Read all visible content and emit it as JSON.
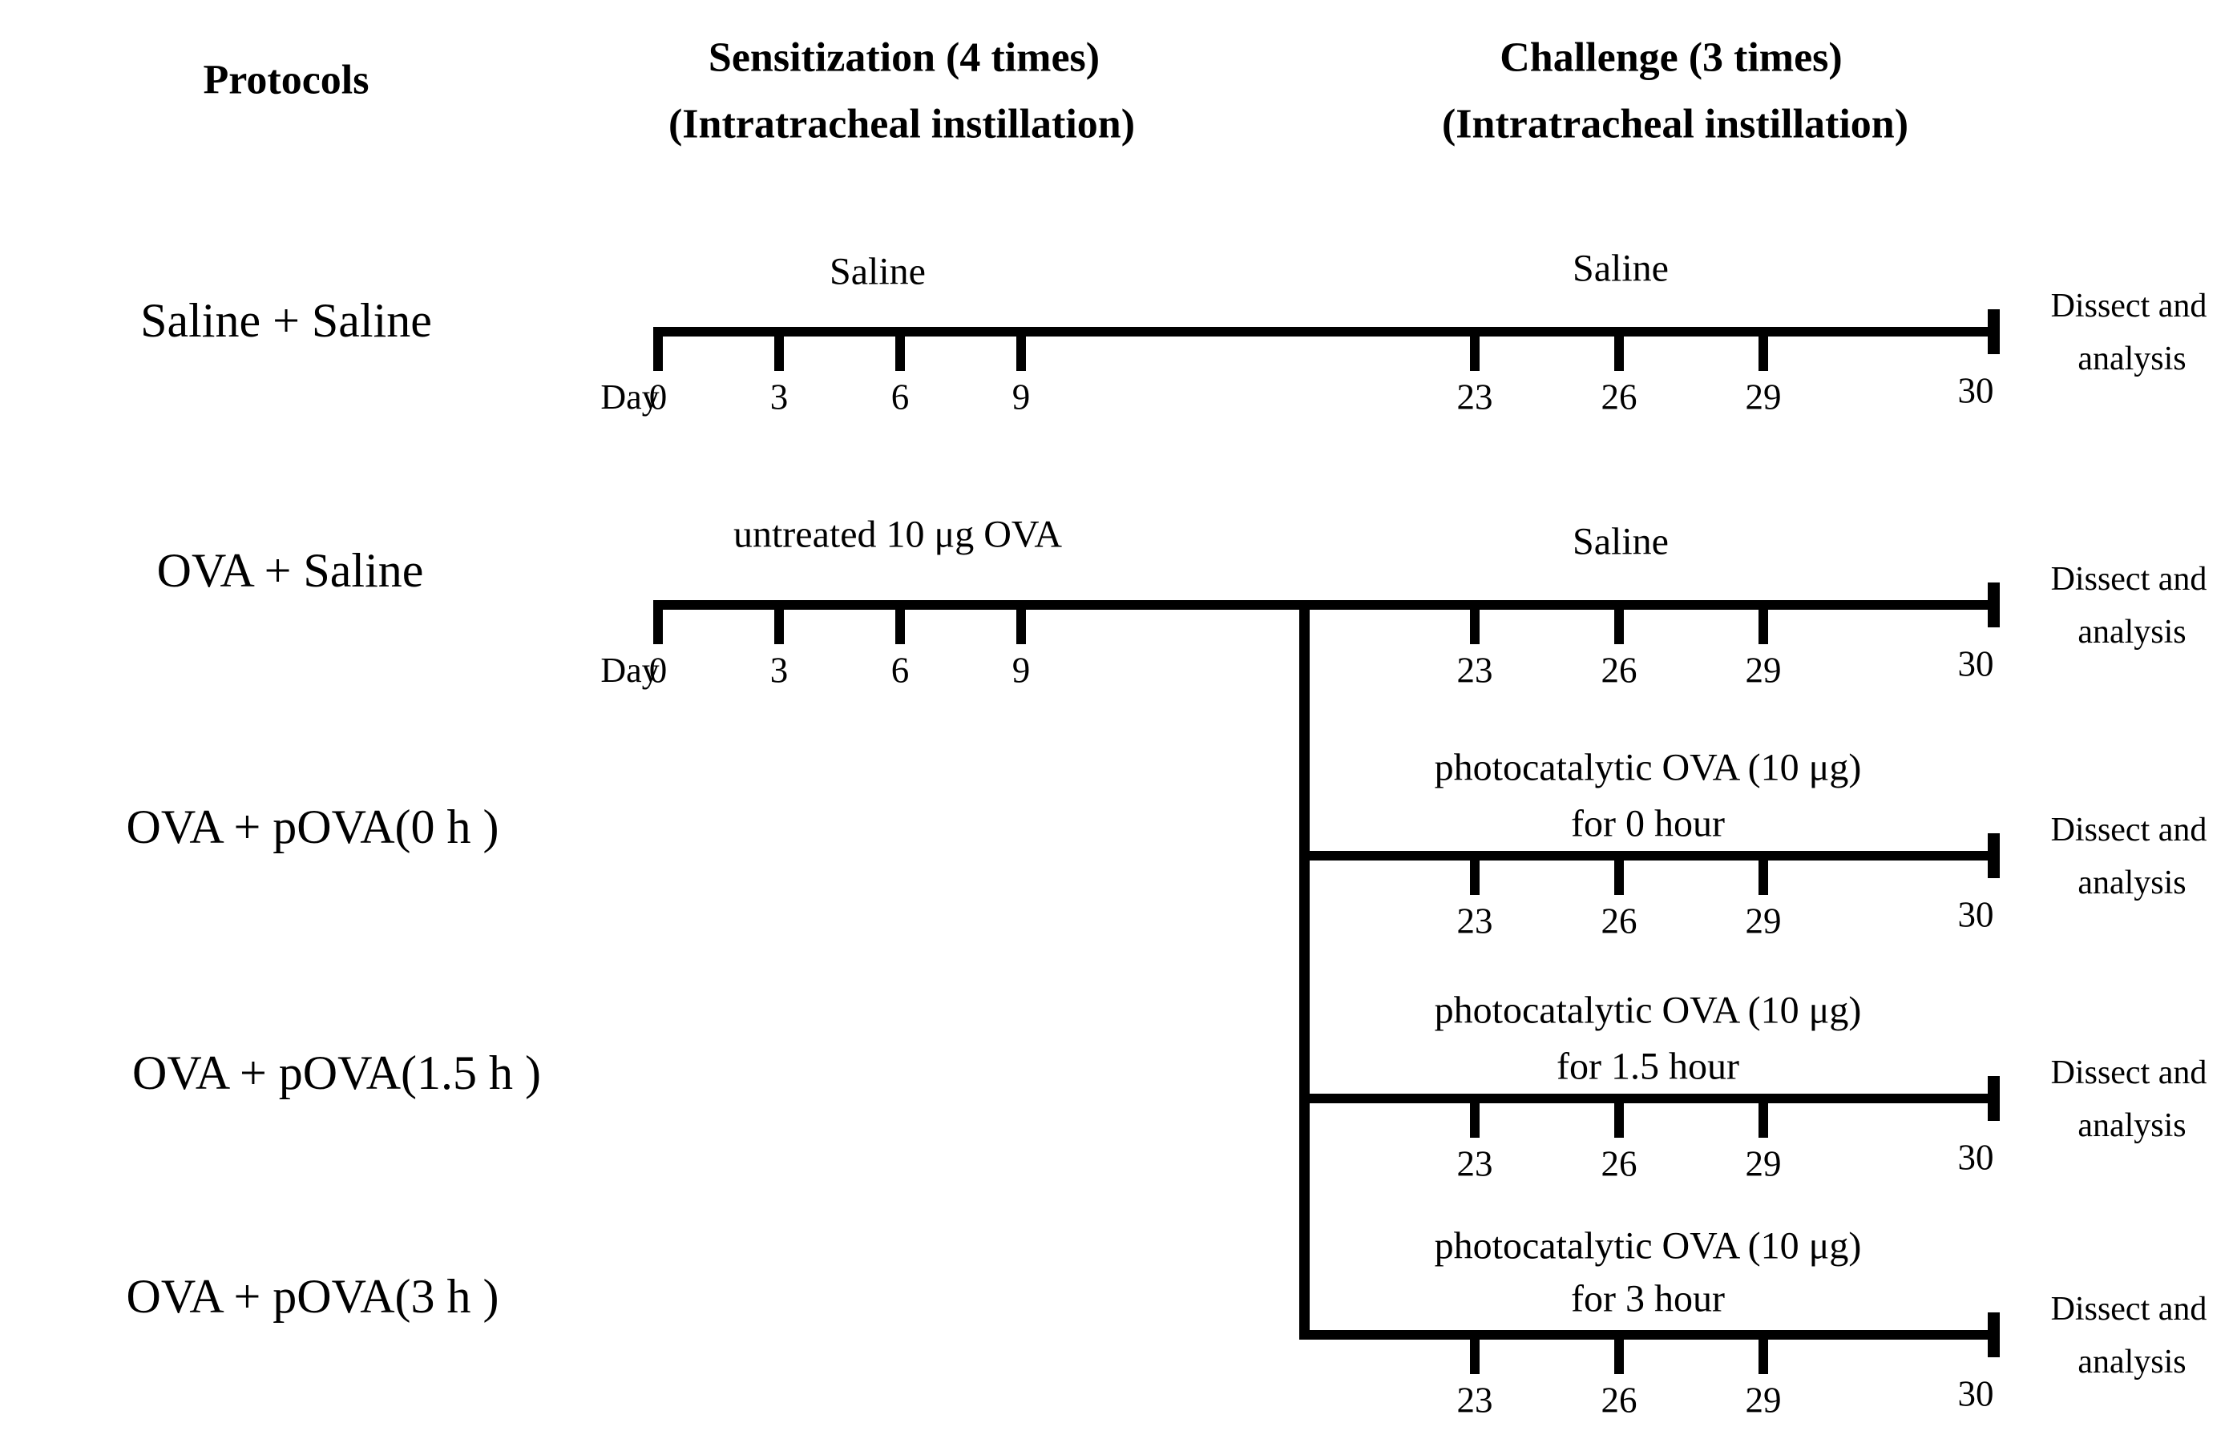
{
  "figure": {
    "background": "#ffffff",
    "ink_color": "#000000"
  },
  "header": {
    "protocols": "Protocols",
    "sensitization_line1": "Sensitization (4 times)",
    "sensitization_line2": "(Intratracheal instillation)",
    "challenge_line1": "Challenge (3 times)",
    "challenge_line2": "(Intratracheal instillation)"
  },
  "axis": {
    "day_label": "Day",
    "sensitization_days": [
      "0",
      "3",
      "6",
      "9"
    ],
    "challenge_days": [
      "23",
      "26",
      "29"
    ],
    "end_day": "30"
  },
  "endpoint": {
    "line1": "Dissect and",
    "line2": "analysis"
  },
  "rows": [
    {
      "protocol": "Saline + Saline",
      "sensitization_label": "Saline",
      "challenge_label": "Saline"
    },
    {
      "protocol": "OVA + Saline",
      "sensitization_label": "untreated 10 μg OVA",
      "challenge_label": "Saline"
    },
    {
      "protocol": "OVA + pOVA(0 h )",
      "challenge_label": "photocatalytic OVA (10 μg)",
      "challenge_label2": "for 0 hour"
    },
    {
      "protocol": "OVA + pOVA(1.5 h )",
      "challenge_label": "photocatalytic OVA (10 μg)",
      "challenge_label2": "for 1.5 hour"
    },
    {
      "protocol": "OVA + pOVA(3 h )",
      "challenge_label": "photocatalytic OVA (10 μg)",
      "challenge_label2": "for 3 hour"
    }
  ]
}
